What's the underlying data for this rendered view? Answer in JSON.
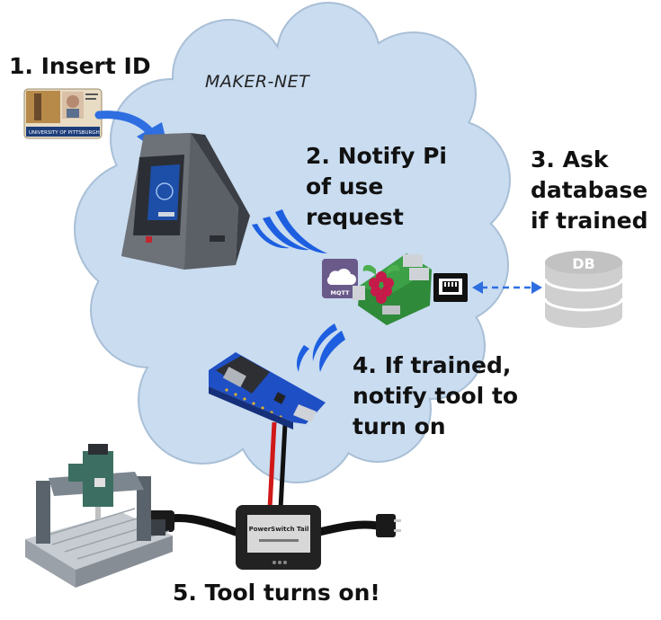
{
  "cloud": {
    "label": "MAKER-NET"
  },
  "steps": {
    "s1": "1. Insert ID",
    "s2": "2. Notify Pi\nof use\nrequest",
    "s3": "3. Ask\ndatabase\nif trained",
    "s4": "4. If trained,\nnotify tool to\nturn on",
    "s5": "5. Tool turns on!"
  },
  "id_card": {
    "org_text": "UNIVERSITY OF PITTSBURGH"
  },
  "mqtt": {
    "label": "MQTT"
  },
  "database": {
    "label": "DB"
  },
  "power_switch": {
    "label": "PowerSwitch Tail"
  },
  "colors": {
    "cloud": "#c9dcf0",
    "cloud_outline": "#a9bfd6",
    "arrow": "#2e6ee0",
    "wireless": "#1d5fe0",
    "db": "#cfcfcf",
    "board": "#1f4fc4"
  }
}
